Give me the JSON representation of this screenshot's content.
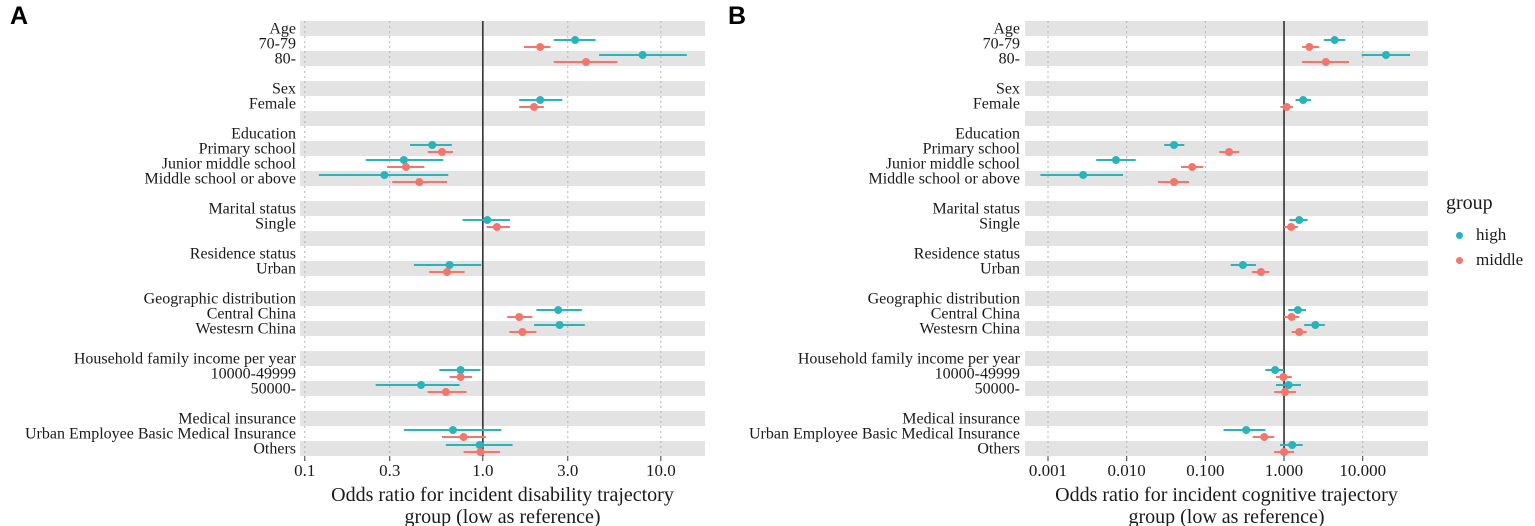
{
  "panels": [
    {
      "letter": "A"
    },
    {
      "letter": "B"
    }
  ],
  "legend": {
    "title": "group",
    "items": [
      {
        "label": "high",
        "color": "#2ab4ba"
      },
      {
        "label": "middle",
        "color": "#f4756c"
      }
    ]
  },
  "colors": {
    "high": "#2ab4ba",
    "middle": "#f4756c",
    "band": "#e3e3e3",
    "grid": "#b3b3b3",
    "ref_line": "#3c3c3c"
  },
  "chart_data": [
    {
      "type": "forest",
      "panel": "A",
      "xlabel": "Odds ratio for incident disability trajectory group (low as reference)",
      "xlabel_lines": [
        "Odds ratio for incident disability trajectory",
        "group (low as reference)"
      ],
      "scale": "log10",
      "x_ticks": [
        0.1,
        0.3,
        1.0,
        3.0,
        10.0
      ],
      "x_tick_labels": [
        "0.1",
        "0.3",
        "1.0",
        "3.0",
        "10.0"
      ],
      "x_range": [
        0.094,
        17.7
      ],
      "reference_line": 1.0,
      "grid": "dashed-vertical",
      "legend_position": "none",
      "rows": [
        {
          "label": "Age",
          "kind": "header"
        },
        {
          "label": "70-79",
          "kind": "item",
          "high": {
            "or": 3.3,
            "lo": 2.5,
            "hi": 4.3
          },
          "middle": {
            "or": 2.1,
            "lo": 1.7,
            "hi": 2.4
          }
        },
        {
          "label": "80-",
          "kind": "item",
          "high": {
            "or": 7.9,
            "lo": 4.5,
            "hi": 14.0
          },
          "middle": {
            "or": 3.8,
            "lo": 2.5,
            "hi": 5.7
          }
        },
        {
          "label": "",
          "kind": "blank"
        },
        {
          "label": "Sex",
          "kind": "header"
        },
        {
          "label": "Female",
          "kind": "item",
          "high": {
            "or": 2.1,
            "lo": 1.6,
            "hi": 2.8
          },
          "middle": {
            "or": 1.94,
            "lo": 1.6,
            "hi": 2.2
          }
        },
        {
          "label": "",
          "kind": "blank"
        },
        {
          "label": "Education",
          "kind": "header"
        },
        {
          "label": "Primary school",
          "kind": "item",
          "high": {
            "or": 0.52,
            "lo": 0.39,
            "hi": 0.67
          },
          "middle": {
            "or": 0.59,
            "lo": 0.49,
            "hi": 0.68
          }
        },
        {
          "label": "Junior middle school",
          "kind": "item",
          "high": {
            "or": 0.36,
            "lo": 0.22,
            "hi": 0.6
          },
          "middle": {
            "or": 0.37,
            "lo": 0.29,
            "hi": 0.47
          }
        },
        {
          "label": "Middle school or above",
          "kind": "item",
          "high": {
            "or": 0.28,
            "lo": 0.12,
            "hi": 0.64
          },
          "middle": {
            "or": 0.44,
            "lo": 0.31,
            "hi": 0.63
          }
        },
        {
          "label": "",
          "kind": "blank"
        },
        {
          "label": "Marital status",
          "kind": "header"
        },
        {
          "label": "Single",
          "kind": "item",
          "high": {
            "or": 1.06,
            "lo": 0.77,
            "hi": 1.42
          },
          "middle": {
            "or": 1.2,
            "lo": 1.05,
            "hi": 1.42
          }
        },
        {
          "label": "",
          "kind": "blank"
        },
        {
          "label": "Residence status",
          "kind": "header"
        },
        {
          "label": "Urban",
          "kind": "item",
          "high": {
            "or": 0.65,
            "lo": 0.41,
            "hi": 0.98
          },
          "middle": {
            "or": 0.63,
            "lo": 0.5,
            "hi": 0.79
          }
        },
        {
          "label": "",
          "kind": "blank"
        },
        {
          "label": "Geographic distribution",
          "kind": "header"
        },
        {
          "label": "Central China",
          "kind": "item",
          "high": {
            "or": 2.65,
            "lo": 2.0,
            "hi": 3.6
          },
          "middle": {
            "or": 1.6,
            "lo": 1.37,
            "hi": 1.9
          }
        },
        {
          "label": "Westesrn China",
          "kind": "item",
          "high": {
            "or": 2.7,
            "lo": 1.94,
            "hi": 3.74
          },
          "middle": {
            "or": 1.67,
            "lo": 1.41,
            "hi": 2.0
          }
        },
        {
          "label": "",
          "kind": "blank"
        },
        {
          "label": "Household family income per year",
          "kind": "header"
        },
        {
          "label": "10000-49999",
          "kind": "item",
          "high": {
            "or": 0.75,
            "lo": 0.57,
            "hi": 0.97
          },
          "middle": {
            "or": 0.75,
            "lo": 0.65,
            "hi": 0.87
          }
        },
        {
          "label": "50000-",
          "kind": "item",
          "high": {
            "or": 0.45,
            "lo": 0.25,
            "hi": 0.74
          },
          "middle": {
            "or": 0.62,
            "lo": 0.49,
            "hi": 0.81
          }
        },
        {
          "label": "",
          "kind": "blank"
        },
        {
          "label": "Medical insurance",
          "kind": "header"
        },
        {
          "label": "Urban Employee Basic Medical Insurance",
          "kind": "item",
          "high": {
            "or": 0.68,
            "lo": 0.36,
            "hi": 1.27
          },
          "middle": {
            "or": 0.78,
            "lo": 0.59,
            "hi": 1.04
          }
        },
        {
          "label": "Others",
          "kind": "item",
          "high": {
            "or": 0.96,
            "lo": 0.62,
            "hi": 1.47
          },
          "middle": {
            "or": 0.97,
            "lo": 0.78,
            "hi": 1.25
          }
        }
      ]
    },
    {
      "type": "forest",
      "panel": "B",
      "xlabel": "Odds ratio for incident cognitive trajectory group (low as reference)",
      "xlabel_lines": [
        "Odds ratio for incident cognitive trajectory",
        "group (low as reference)"
      ],
      "scale": "log10",
      "x_ticks": [
        0.001,
        0.01,
        0.1,
        1.0,
        10.0
      ],
      "x_tick_labels": [
        "0.001",
        "0.010",
        "0.100",
        "1.000",
        "10.000"
      ],
      "x_range": [
        0.00051,
        67.6
      ],
      "reference_line": 1.0,
      "grid": "dashed-vertical",
      "legend_position": "right",
      "rows": [
        {
          "label": "Age",
          "kind": "header"
        },
        {
          "label": "70-79",
          "kind": "item",
          "high": {
            "or": 4.4,
            "lo": 3.2,
            "hi": 6.0
          },
          "middle": {
            "or": 2.1,
            "lo": 1.7,
            "hi": 2.8
          }
        },
        {
          "label": "80-",
          "kind": "item",
          "high": {
            "or": 19.8,
            "lo": 9.7,
            "hi": 40.0
          },
          "middle": {
            "or": 3.4,
            "lo": 1.7,
            "hi": 6.7
          }
        },
        {
          "label": "",
          "kind": "blank"
        },
        {
          "label": "Sex",
          "kind": "header"
        },
        {
          "label": "Female",
          "kind": "item",
          "high": {
            "or": 1.75,
            "lo": 1.4,
            "hi": 2.2
          },
          "middle": {
            "or": 1.08,
            "lo": 0.9,
            "hi": 1.3
          }
        },
        {
          "label": "",
          "kind": "blank"
        },
        {
          "label": "Education",
          "kind": "header"
        },
        {
          "label": "Primary school",
          "kind": "item",
          "high": {
            "or": 0.04,
            "lo": 0.03,
            "hi": 0.054
          },
          "middle": {
            "or": 0.2,
            "lo": 0.15,
            "hi": 0.27
          }
        },
        {
          "label": "Junior middle school",
          "kind": "item",
          "high": {
            "or": 0.0073,
            "lo": 0.0041,
            "hi": 0.013
          },
          "middle": {
            "or": 0.068,
            "lo": 0.049,
            "hi": 0.094
          }
        },
        {
          "label": "Middle school or above",
          "kind": "item",
          "high": {
            "or": 0.0028,
            "lo": 0.0008,
            "hi": 0.009
          },
          "middle": {
            "or": 0.04,
            "lo": 0.025,
            "hi": 0.062
          }
        },
        {
          "label": "",
          "kind": "blank"
        },
        {
          "label": "Marital status",
          "kind": "header"
        },
        {
          "label": "Single",
          "kind": "item",
          "high": {
            "or": 1.56,
            "lo": 1.17,
            "hi": 2.0
          },
          "middle": {
            "or": 1.23,
            "lo": 1.0,
            "hi": 1.5
          }
        },
        {
          "label": "",
          "kind": "blank"
        },
        {
          "label": "Residence status",
          "kind": "header"
        },
        {
          "label": "Urban",
          "kind": "item",
          "high": {
            "or": 0.3,
            "lo": 0.21,
            "hi": 0.44
          },
          "middle": {
            "or": 0.51,
            "lo": 0.39,
            "hi": 0.65
          }
        },
        {
          "label": "",
          "kind": "blank"
        },
        {
          "label": "Geographic distribution",
          "kind": "header"
        },
        {
          "label": "Central China",
          "kind": "item",
          "high": {
            "or": 1.5,
            "lo": 1.13,
            "hi": 1.9
          },
          "middle": {
            "or": 1.25,
            "lo": 1.0,
            "hi": 1.56
          }
        },
        {
          "label": "Westesrn China",
          "kind": "item",
          "high": {
            "or": 2.5,
            "lo": 1.8,
            "hi": 3.3
          },
          "middle": {
            "or": 1.56,
            "lo": 1.25,
            "hi": 1.94
          }
        },
        {
          "label": "",
          "kind": "blank"
        },
        {
          "label": "Household family income per year",
          "kind": "header"
        },
        {
          "label": "10000-49999",
          "kind": "item",
          "high": {
            "or": 0.77,
            "lo": 0.58,
            "hi": 1.0
          },
          "middle": {
            "or": 0.98,
            "lo": 0.79,
            "hi": 1.25
          }
        },
        {
          "label": "50000-",
          "kind": "item",
          "high": {
            "or": 1.14,
            "lo": 0.79,
            "hi": 1.64
          },
          "middle": {
            "or": 1.03,
            "lo": 0.75,
            "hi": 1.42
          }
        },
        {
          "label": "",
          "kind": "blank"
        },
        {
          "label": "Medical insurance",
          "kind": "header"
        },
        {
          "label": "Urban Employee Basic Medical Insurance",
          "kind": "item",
          "high": {
            "or": 0.33,
            "lo": 0.17,
            "hi": 0.58
          },
          "middle": {
            "or": 0.56,
            "lo": 0.4,
            "hi": 0.75
          }
        },
        {
          "label": "Others",
          "kind": "item",
          "high": {
            "or": 1.27,
            "lo": 0.89,
            "hi": 1.73
          },
          "middle": {
            "or": 1.0,
            "lo": 0.75,
            "hi": 1.34
          }
        }
      ]
    }
  ]
}
